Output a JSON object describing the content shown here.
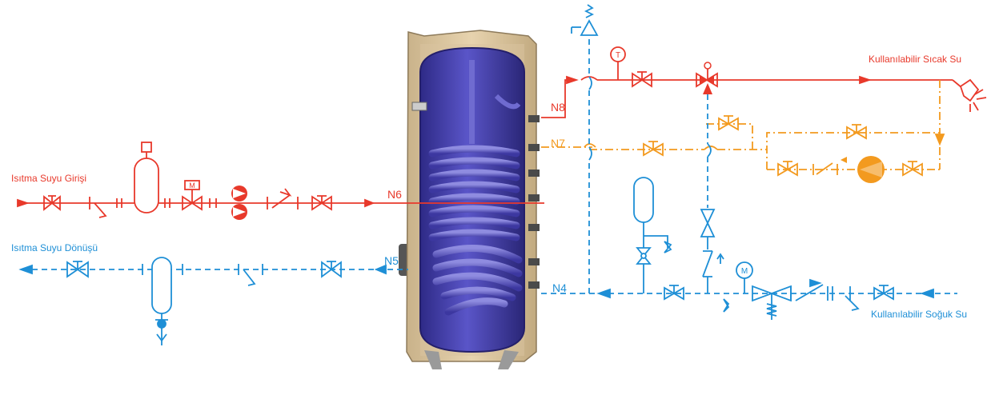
{
  "colors": {
    "heating": "#e8392b",
    "return": "#1e8fd6",
    "recirc": "#f39a1f",
    "label_dark": "#222222"
  },
  "labels": {
    "heating_in": "Isıtma Suyu Girişi",
    "heating_return": "Isıtma Suyu Dönüşü",
    "hot_water": "Kullanılabilir Sıcak Su",
    "cold_water": "Kullanılabilir Soğuk Su"
  },
  "nozzles": {
    "n4": "N4",
    "n5": "N5",
    "n6": "N6",
    "n7": "N7",
    "n8": "N8"
  },
  "instruments": {
    "temperature": "T",
    "motor_valve": "M",
    "pressure": "M"
  }
}
